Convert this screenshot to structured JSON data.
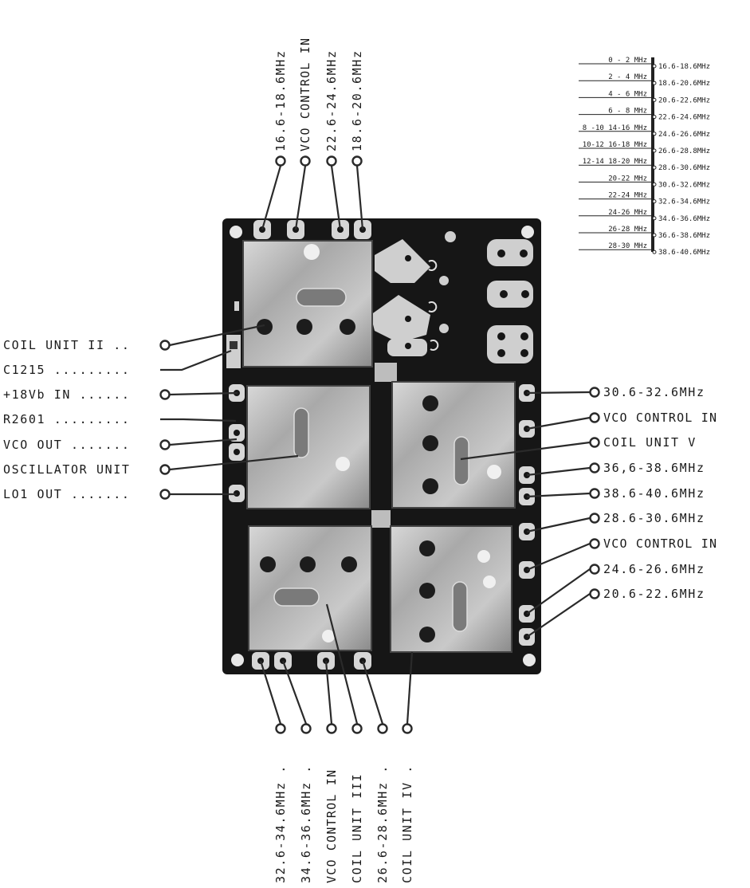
{
  "left_labels": [
    "COIL UNIT II ..",
    "C1215 .........",
    "+18Vb IN ......",
    "R2601 .........",
    "VCO OUT .......",
    "OSCILLATOR UNIT",
    "LO1 OUT ......."
  ],
  "right_labels": [
    "30.6-32.6MHz",
    "VCO CONTROL IN",
    "COIL UNIT V",
    "36,6-38.6MHz",
    "38.6-40.6MHz",
    "28.6-30.6MHz",
    "VCO CONTROL IN",
    "24.6-26.6MHz",
    "20.6-22.6MHz"
  ],
  "top_labels": [
    "16.6-18.6MHz",
    "VCO CONTROL IN",
    "22.6-24.6MHz",
    "18.6-20.6MHz"
  ],
  "bottom_labels": [
    "32.6-34.6MHz .",
    "34.6-36.6MHz .",
    "VCO CONTROL IN",
    "COIL UNIT III",
    "26.6-28.6MHz .",
    "COIL UNIT IV ."
  ],
  "band_table": [
    {
      "band": "0 - 2 MHz",
      "vco": "16.6-18.6MHz"
    },
    {
      "band": "2 - 4 MHz",
      "vco": "18.6-20.6MHz"
    },
    {
      "band": "4 - 6 MHz",
      "vco": "20.6-22.6MHz"
    },
    {
      "band": "6 - 8 MHz",
      "vco": "22.6-24.6MHz"
    },
    {
      "band": "8 -10  14-16 MHz",
      "vco": "24.6-26.6MHz"
    },
    {
      "band": "10-12  16-18 MHz",
      "vco": "26.6-28.8MHz"
    },
    {
      "band": "12-14  18-20 MHz",
      "vco": "28.6-30.6MHz"
    },
    {
      "band": "20-22 MHz",
      "vco": "30.6-32.6MHz"
    },
    {
      "band": "22-24 MHz",
      "vco": "32.6-34.6MHz"
    },
    {
      "band": "24-26 MHz",
      "vco": "34.6-36.6MHz"
    },
    {
      "band": "26-28 MHz",
      "vco": "36.6-38.6MHz"
    },
    {
      "band": "28-30 MHz",
      "vco": "38.6-40.6MHz"
    }
  ]
}
